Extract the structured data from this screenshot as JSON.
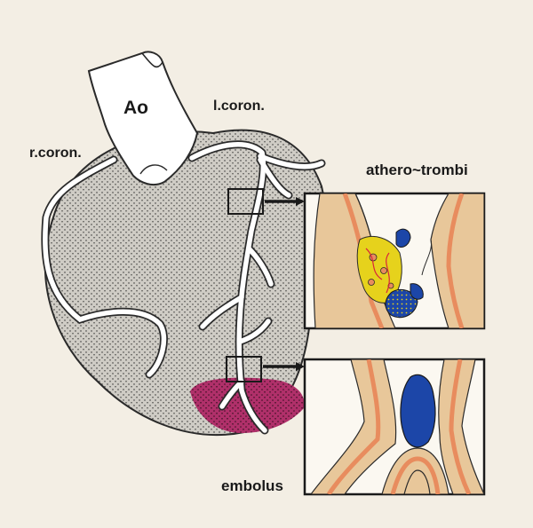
{
  "labels": {
    "aorta": "Ao",
    "left_coronary": "l.coron.",
    "right_coronary": "r.coron.",
    "athero_trombi": "athero~trombi",
    "embolus": "embolus"
  },
  "colors": {
    "background": "#f3eee4",
    "heart_fill": "#c9c7c1",
    "infarct": "#b0306a",
    "vessel_wall": "#e8c79a",
    "vessel_intima": "#e88c5e",
    "thrombus": "#1c46a8",
    "plaque": "#e6d21c"
  }
}
